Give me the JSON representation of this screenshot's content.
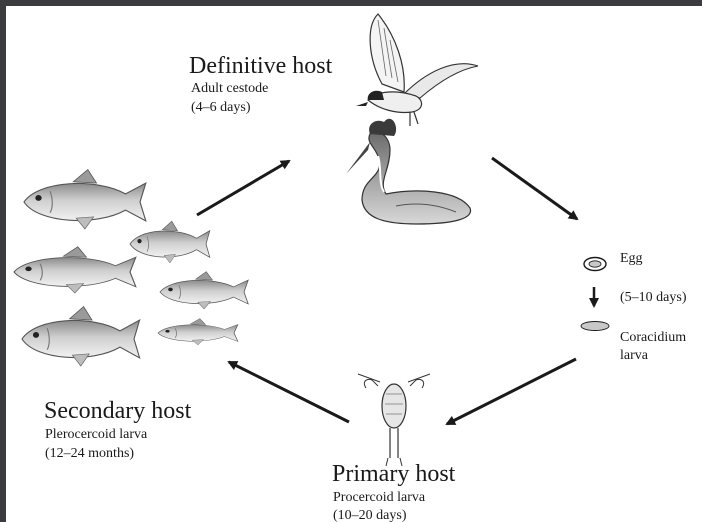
{
  "definitive": {
    "title": "Definitive host",
    "stage": "Adult cestode",
    "duration": "(4–6 days)"
  },
  "egg": {
    "label": "Egg",
    "duration": "(5–10 days)",
    "coracidium_line1": "Coracidium",
    "coracidium_line2": "larva"
  },
  "primary": {
    "title": "Primary host",
    "stage": "Procercoid larva",
    "duration": "(10–20 days)"
  },
  "secondary": {
    "title": "Secondary host",
    "stage": "Plerocercoid larva",
    "duration": "(12–24 months)"
  },
  "colors": {
    "frame": "#3c3c3e",
    "ink": "#1a1a1a",
    "egg_fill": "#c8c8c8"
  }
}
